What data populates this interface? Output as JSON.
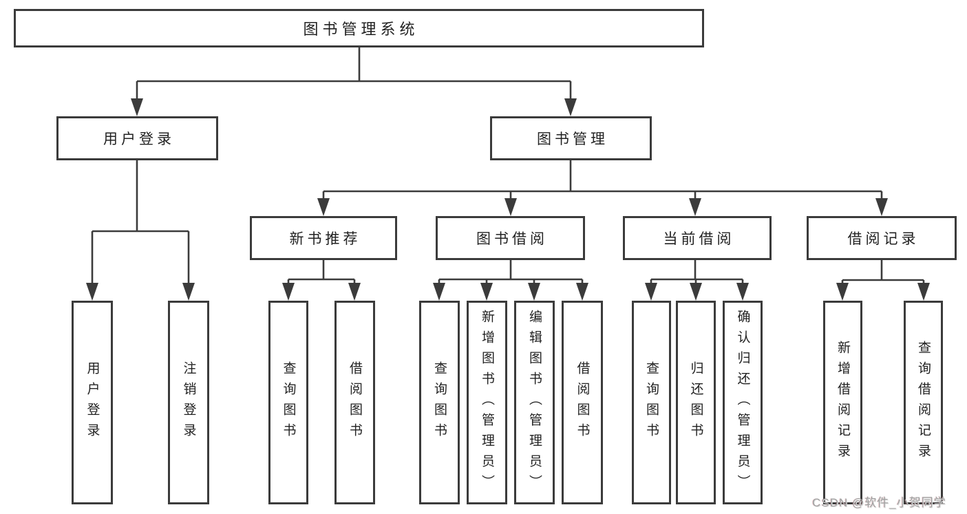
{
  "diagram": {
    "title": "图书管理系统",
    "root": {
      "label": "图书管理系统"
    },
    "level2": [
      {
        "label": "用户登录"
      },
      {
        "label": "图书管理"
      }
    ],
    "level3": [
      {
        "label": "新书推荐",
        "parent": "图书管理"
      },
      {
        "label": "图书借阅",
        "parent": "图书管理"
      },
      {
        "label": "当前借阅",
        "parent": "图书管理"
      },
      {
        "label": "借阅记录",
        "parent": "图书管理"
      }
    ],
    "leaves": [
      {
        "label": "用户登录",
        "parent": "用户登录"
      },
      {
        "label": "注销登录",
        "parent": "用户登录"
      },
      {
        "label": "查询图书",
        "parent": "新书推荐"
      },
      {
        "label": "借阅图书",
        "parent": "新书推荐"
      },
      {
        "label": "查询图书",
        "parent": "图书借阅"
      },
      {
        "label": "新增图书（管理员）",
        "parent": "图书借阅"
      },
      {
        "label": "编辑图书（管理员）",
        "parent": "图书借阅"
      },
      {
        "label": "借阅图书",
        "parent": "图书借阅"
      },
      {
        "label": "查询图书",
        "parent": "当前借阅"
      },
      {
        "label": "归还图书",
        "parent": "当前借阅"
      },
      {
        "label": "确认归还（管理员）",
        "parent": "当前借阅"
      },
      {
        "label": "新增借阅记录",
        "parent": "借阅记录"
      },
      {
        "label": "查询借阅记录",
        "parent": "借阅记录"
      }
    ],
    "colors": {
      "line": "#3b3b3b",
      "box_border": "#3b3b3b",
      "text": "#222222",
      "background": "#ffffff",
      "watermark": "#a0a0a0"
    }
  },
  "watermark": {
    "text": "CSDN @软件_小贺同学"
  }
}
